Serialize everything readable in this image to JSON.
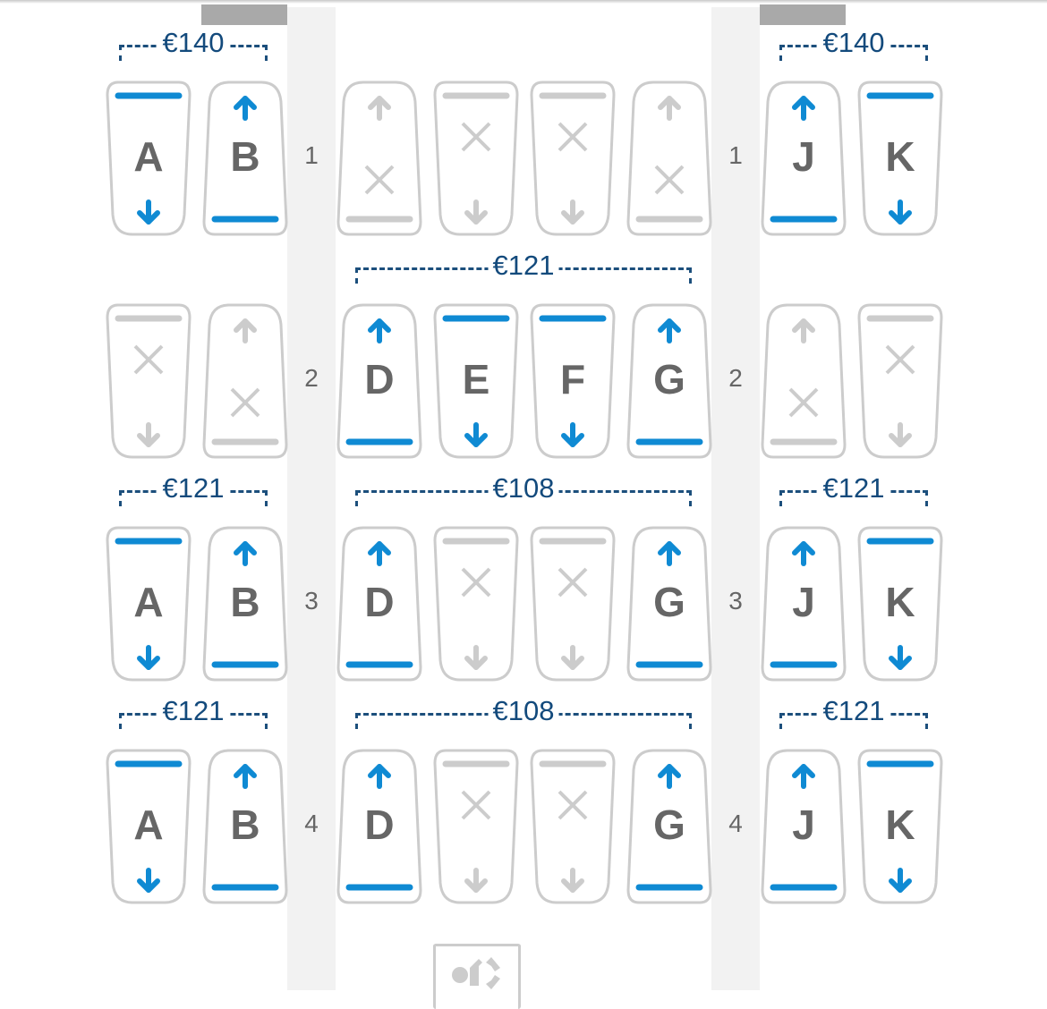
{
  "colors": {
    "available": "#0f8ad3",
    "unavailable": "#cccccc",
    "price": "#134a7c",
    "letter": "#666666",
    "aisle": "#f2f2f2",
    "exit": "#a9a9a9"
  },
  "rows": [
    {
      "number": "1",
      "prices": [
        {
          "group": "left",
          "label": "€140"
        },
        {
          "group": "right",
          "label": "€140"
        }
      ],
      "seats": [
        {
          "col": "A",
          "label": "A",
          "status": "available"
        },
        {
          "col": "B",
          "label": "B",
          "status": "available"
        },
        {
          "col": "D",
          "label": "",
          "status": "unavailable"
        },
        {
          "col": "E",
          "label": "",
          "status": "unavailable"
        },
        {
          "col": "F",
          "label": "",
          "status": "unavailable"
        },
        {
          "col": "G",
          "label": "",
          "status": "unavailable"
        },
        {
          "col": "J",
          "label": "J",
          "status": "available"
        },
        {
          "col": "K",
          "label": "K",
          "status": "available"
        }
      ]
    },
    {
      "number": "2",
      "prices": [
        {
          "group": "middle",
          "label": "€121"
        }
      ],
      "seats": [
        {
          "col": "A",
          "label": "",
          "status": "unavailable"
        },
        {
          "col": "B",
          "label": "",
          "status": "unavailable"
        },
        {
          "col": "D",
          "label": "D",
          "status": "available"
        },
        {
          "col": "E",
          "label": "E",
          "status": "available"
        },
        {
          "col": "F",
          "label": "F",
          "status": "available"
        },
        {
          "col": "G",
          "label": "G",
          "status": "available"
        },
        {
          "col": "J",
          "label": "",
          "status": "unavailable"
        },
        {
          "col": "K",
          "label": "",
          "status": "unavailable"
        }
      ]
    },
    {
      "number": "3",
      "prices": [
        {
          "group": "left",
          "label": "€121"
        },
        {
          "group": "middle",
          "label": "€108"
        },
        {
          "group": "right",
          "label": "€121"
        }
      ],
      "seats": [
        {
          "col": "A",
          "label": "A",
          "status": "available"
        },
        {
          "col": "B",
          "label": "B",
          "status": "available"
        },
        {
          "col": "D",
          "label": "D",
          "status": "available"
        },
        {
          "col": "E",
          "label": "",
          "status": "unavailable"
        },
        {
          "col": "F",
          "label": "",
          "status": "unavailable"
        },
        {
          "col": "G",
          "label": "G",
          "status": "available"
        },
        {
          "col": "J",
          "label": "J",
          "status": "available"
        },
        {
          "col": "K",
          "label": "K",
          "status": "available"
        }
      ]
    },
    {
      "number": "4",
      "prices": [
        {
          "group": "left",
          "label": "€121"
        },
        {
          "group": "middle",
          "label": "€108"
        },
        {
          "group": "right",
          "label": "€121"
        }
      ],
      "seats": [
        {
          "col": "A",
          "label": "A",
          "status": "available"
        },
        {
          "col": "B",
          "label": "B",
          "status": "available"
        },
        {
          "col": "D",
          "label": "D",
          "status": "available"
        },
        {
          "col": "E",
          "label": "",
          "status": "unavailable"
        },
        {
          "col": "F",
          "label": "",
          "status": "unavailable"
        },
        {
          "col": "G",
          "label": "G",
          "status": "available"
        },
        {
          "col": "J",
          "label": "J",
          "status": "available"
        },
        {
          "col": "K",
          "label": "K",
          "status": "available"
        }
      ]
    }
  ],
  "facility": {
    "icon": "baby-changing-icon"
  }
}
